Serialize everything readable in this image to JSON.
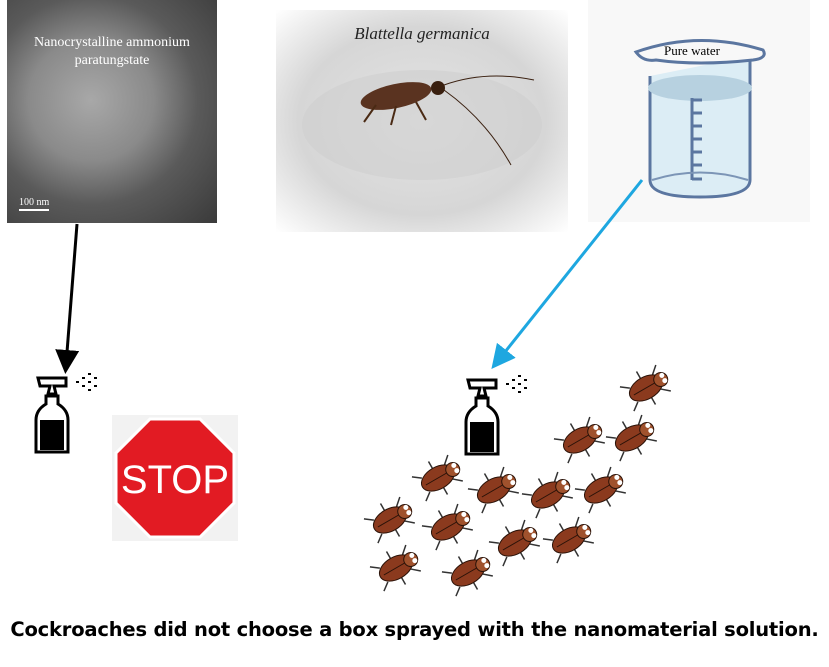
{
  "tem_image": {
    "label": "Nanocrystalline ammonium paratungstate",
    "scale_bar": "100 nm"
  },
  "photo": {
    "label": "Blattella germanica"
  },
  "beaker": {
    "label": "Pure water"
  },
  "stop_sign": {
    "text": "STOP"
  },
  "caption": "Cockroaches did not choose a box sprayed with the nanomaterial solution.",
  "colors": {
    "arrow_left": "#000000",
    "arrow_right": "#1ea7e0",
    "stop": "#e21b23",
    "roach": "#8b3a1e"
  }
}
